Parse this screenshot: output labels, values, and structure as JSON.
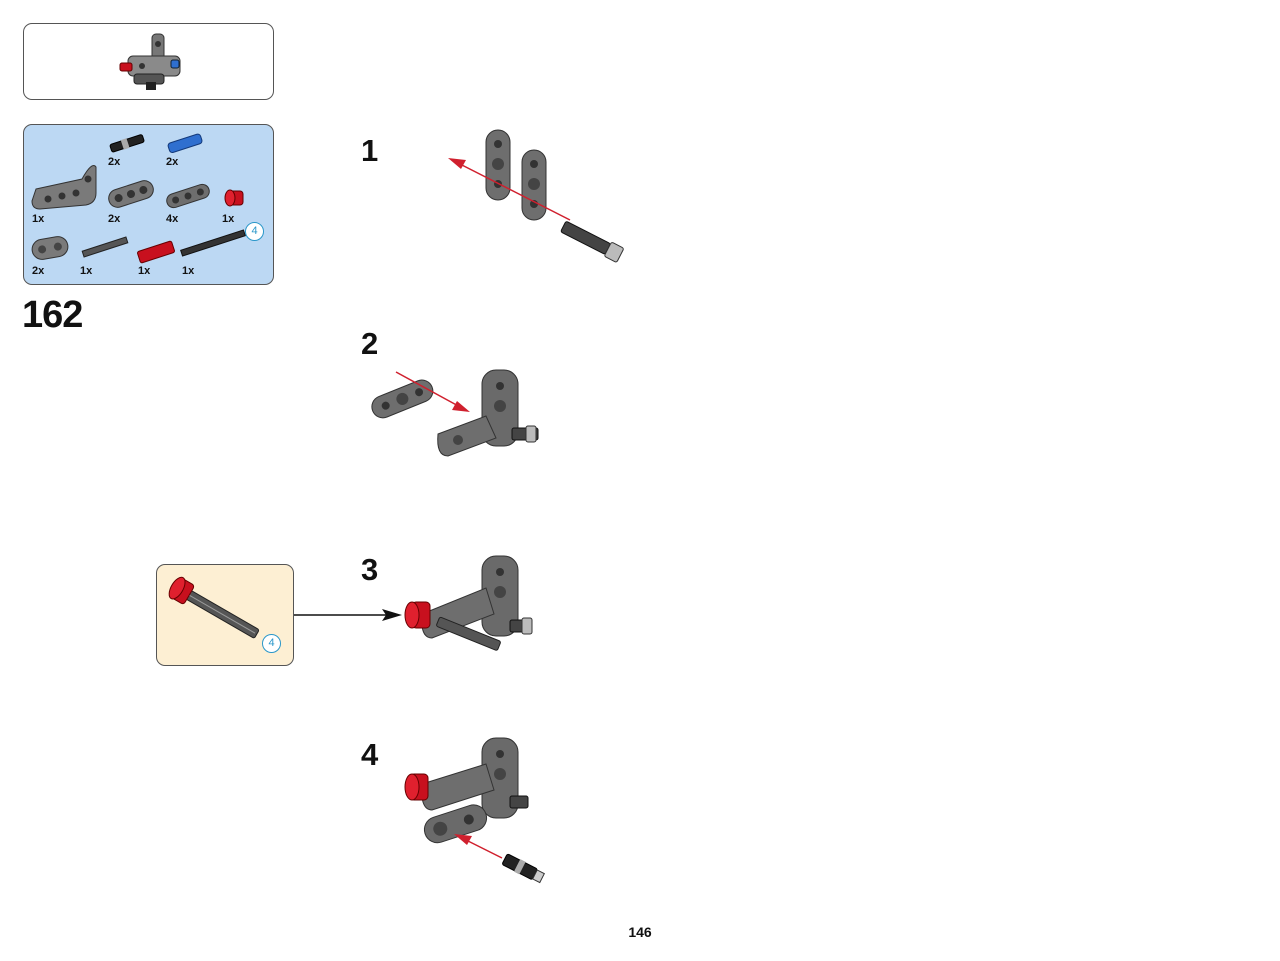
{
  "page_number": "146",
  "step_number": "162",
  "parts_list": {
    "items": [
      {
        "quantity": "2x",
        "icon": "pin-black-icon"
      },
      {
        "quantity": "2x",
        "icon": "pin-blue-icon"
      },
      {
        "quantity": "1x",
        "icon": "angled-beam-icon"
      },
      {
        "quantity": "2x",
        "icon": "beam-3-icon"
      },
      {
        "quantity": "4x",
        "icon": "beam-3-flat-icon"
      },
      {
        "quantity": "1x",
        "icon": "bush-red-icon"
      },
      {
        "quantity": "2x",
        "icon": "beam-2-icon"
      },
      {
        "quantity": "1x",
        "icon": "axle-short-icon"
      },
      {
        "quantity": "1x",
        "icon": "axle-red-icon"
      },
      {
        "quantity": "1x",
        "icon": "axle-long-icon"
      }
    ],
    "axle_length_badge": "4"
  },
  "sub_assembly": {
    "axle_length_badge": "4"
  },
  "sub_steps": [
    {
      "number": "1"
    },
    {
      "number": "2"
    },
    {
      "number": "3"
    },
    {
      "number": "4"
    }
  ],
  "colors": {
    "parts_panel_bg": "#bcd8f3",
    "sub_assembly_bg": "#fdefd3",
    "arrow_red": "#d0202e",
    "part_gray": "#6b6b6b",
    "part_red": "#c8101e",
    "part_blue": "#2f6fcf",
    "badge_blue": "#2a97c9"
  }
}
